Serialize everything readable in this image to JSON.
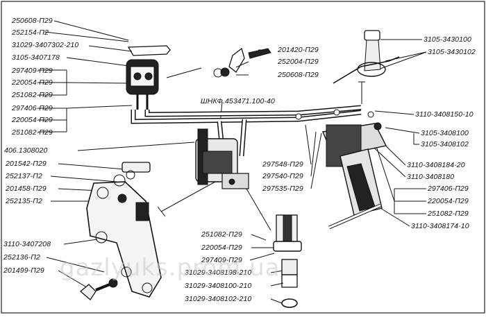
{
  "diagram": {
    "labels_left": [
      "250608-П29",
      "252154-П2",
      "31029-3407302-210",
      "3105-3407178",
      "297409-П29",
      "220054-П29",
      "251082-П29",
      "297406-П29",
      "220054-П29",
      "251082-П29",
      "406.1308020",
      "201542-П29",
      "252137-П2",
      "201458-П29",
      "252135-П2",
      "3110-3407208",
      "252136-П2",
      "201499-П29"
    ],
    "labels_top_mid": [
      "201420-П29",
      "252004-П29",
      "250608-П29",
      "ШНКФ.453471.100-40"
    ],
    "labels_right": [
      "3105-3430100",
      "3105-3430102",
      "3110-3408150-10",
      "3105-3408100",
      "3105-3408102",
      "3110-3408184-20",
      "3110-3408180",
      "297406-П29",
      "220054-П29",
      "251082-П29",
      "3110-3408174-10"
    ],
    "labels_center": [
      "297548-П29",
      "297540-П29",
      "297535-П29"
    ],
    "labels_bottom": [
      "251082-П29",
      "220054-П29",
      "297409-П29",
      "31029-3408198-210",
      "31029-3408100-210",
      "31029-3408102-210"
    ],
    "watermark": "gazlyuks.prom.ua"
  }
}
